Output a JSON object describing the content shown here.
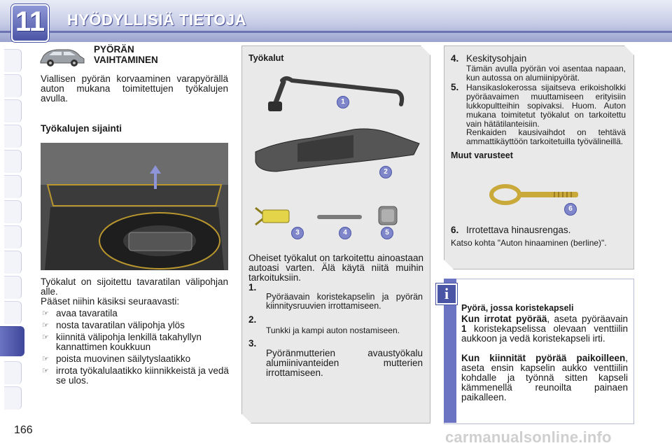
{
  "header": {
    "chapter_number": "11",
    "title": "HYÖDYLLISIÄ TIETOJA"
  },
  "page_number": "166",
  "watermark": "carmanualsonline.info",
  "section": {
    "title_line1": "PYÖRÄN",
    "title_line2": "VAIHTAMINEN",
    "intro": "Viallisen pyörän korvaaminen varapyörällä auton mukana toimitettujen työkalujen avulla.",
    "location_heading": "Työkalujen sijainti",
    "location_text1": "Työkalut on sijoitettu tavaratilan välipohjan alle.",
    "location_text2": "Pääset niihin käsiksi seuraavasti:",
    "steps": [
      "avaa tavaratila",
      "nosta tavaratilan välipohja ylös",
      "kiinnitä välipohja lenkillä takahyllyn kannattimen koukkuun",
      "poista muovinen säilytyslaatikko",
      "irrota työkalulaatikko kiinnikkeistä ja vedä se ulos."
    ],
    "bullet_glyph": "☞"
  },
  "tools_panel": {
    "title": "Työkalut",
    "callouts": [
      "1",
      "2",
      "3",
      "4",
      "5"
    ],
    "desc": "Oheiset työkalut on tarkoitettu ainoastaan autoasi varten. Älä käytä niitä muihin tarkoituksiin.",
    "items": [
      {
        "num": "1.",
        "text": "Pyöräavain koristekapselin ja pyörän kiinnitysruuvien irrottamiseen."
      },
      {
        "num": "2.",
        "text": "Tunkki ja kampi auton nostamiseen."
      },
      {
        "num": "3.",
        "text": "Pyöränmutterien avaustyökalu alumiinivanteiden mutterien irrottamiseen."
      }
    ]
  },
  "right_panel": {
    "item4_num": "4.",
    "item4_title": "Keskitysohjain",
    "item4_text": "Tämän avulla pyörän voi asentaa napaan, kun autossa on alumiinipyörät.",
    "item5_num": "5.",
    "item5_text": "Hansikaslokerossa sijaitseva erikoisholkki pyöräavaimen muuttamiseen erityisiin lukkopultteihin sopivaksi. Huom. Auton mukana toimitetut työkalut on tarkoitettu vain hätätilanteisiin.",
    "item5_note": "Renkaiden kausivaihdot on tehtävä ammattikäyttöön tarkoitetuilla työvälineillä.",
    "other_heading": "Muut varusteet",
    "callout6": "6",
    "item6_num": "6.",
    "item6_text": "Irrotettava hinausrengas.",
    "item6_ref": "Katso kohta \"Auton hinaaminen (berline)\"."
  },
  "info_box": {
    "icon": "i",
    "title": "Pyörä, jossa koristekapseli",
    "p1_bold": "Kun irrotat pyörää",
    "p1_text_a": ", aseta pyöräavain ",
    "p1_num": "1",
    "p1_text_b": " koristekapselissa olevaan venttiilin aukkoon ja vedä koristekapseli irti.",
    "p2_bold": "Kun kiinnität pyörää paikoilleen",
    "p2_text": ", aseta ensin kapselin aukko venttiilin kohdalle ja työnnä sitten kapseli kämmenellä reunoilta painaen paikalleen."
  },
  "colors": {
    "accent": "#4b55a6",
    "panel": "#e9e9ea"
  }
}
